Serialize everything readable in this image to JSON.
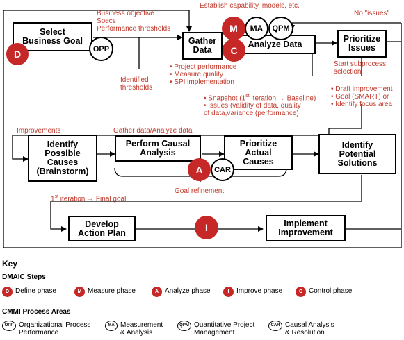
{
  "boxes": {
    "select_goal": "Select\nBusiness Goal",
    "gather_data": "Gather\nData",
    "analyze_data": "Analyze Data",
    "prioritize_issues": "Prioritize\nIssues",
    "identify_causes": "Identify\nPossible\nCauses\n(Brainstorm)",
    "causal_analysis": "Perform Causal\nAnalysis",
    "prioritize_causes": "Prioritize\nActual\nCauses",
    "identify_solutions": "Identify\nPotential\nSolutions",
    "develop_plan": "Develop\nAction Plan",
    "implement": "Implement\nImprovement"
  },
  "labels": {
    "business_objective": "Business objective\nSpecs\nPerformance thresholds",
    "establish": "Establish capability, models, etc.",
    "no_issues": "No \"issues\"",
    "identified_thresholds": "Identified\nthresholds",
    "gather_bullets": "• Project performance\n• Measure quality\n• SPI implementation",
    "start_subprocess": "Start subprocess\nselection",
    "snapshot_pre": "• Snapshot (1",
    "snapshot_sup": "st",
    "snapshot_post": " iteration → Baseline)\n• Issues (validity of data, quality\n   of data,variance (performance)",
    "draft_bullets": "• Draft improvement\n• Goal (SMART) or\n• Identify focus area",
    "improvements": "Improvements",
    "gather_analyze": "Gather data/Analyze data",
    "goal_refinement": "Goal refinement",
    "final_pre": "1",
    "final_sup": "st",
    "final_post": " iteration → Final goal"
  },
  "badges": {
    "D": "D",
    "OPP": "OPP",
    "M": "M",
    "MA": "MA",
    "QPM": "QPM",
    "C": "C",
    "A": "A",
    "CAR": "CAR",
    "I": "I"
  },
  "key": {
    "title": "Key",
    "dmaic_title": "DMAIC Steps",
    "dmaic": [
      {
        "letter": "D",
        "label": "Define phase"
      },
      {
        "letter": "M",
        "label": "Measure phase"
      },
      {
        "letter": "A",
        "label": "Analyze phase"
      },
      {
        "letter": "I",
        "label": "Improve phase"
      },
      {
        "letter": "C",
        "label": "Control phase"
      }
    ],
    "cmmi_title": "CMMI Process Areas",
    "cmmi": [
      {
        "abbr": "OPP",
        "label": "Organizational Process\nPerformance"
      },
      {
        "abbr": "MA",
        "label": "Measurement\n& Analysis"
      },
      {
        "abbr": "QPM",
        "label": "Quantitative Project\nManagement"
      },
      {
        "abbr": "CAR",
        "label": "Causal Analysis\n& Resolution"
      }
    ]
  },
  "colors": {
    "accent_red": "#c62828",
    "label_red": "#c0392b",
    "line": "#000000"
  }
}
